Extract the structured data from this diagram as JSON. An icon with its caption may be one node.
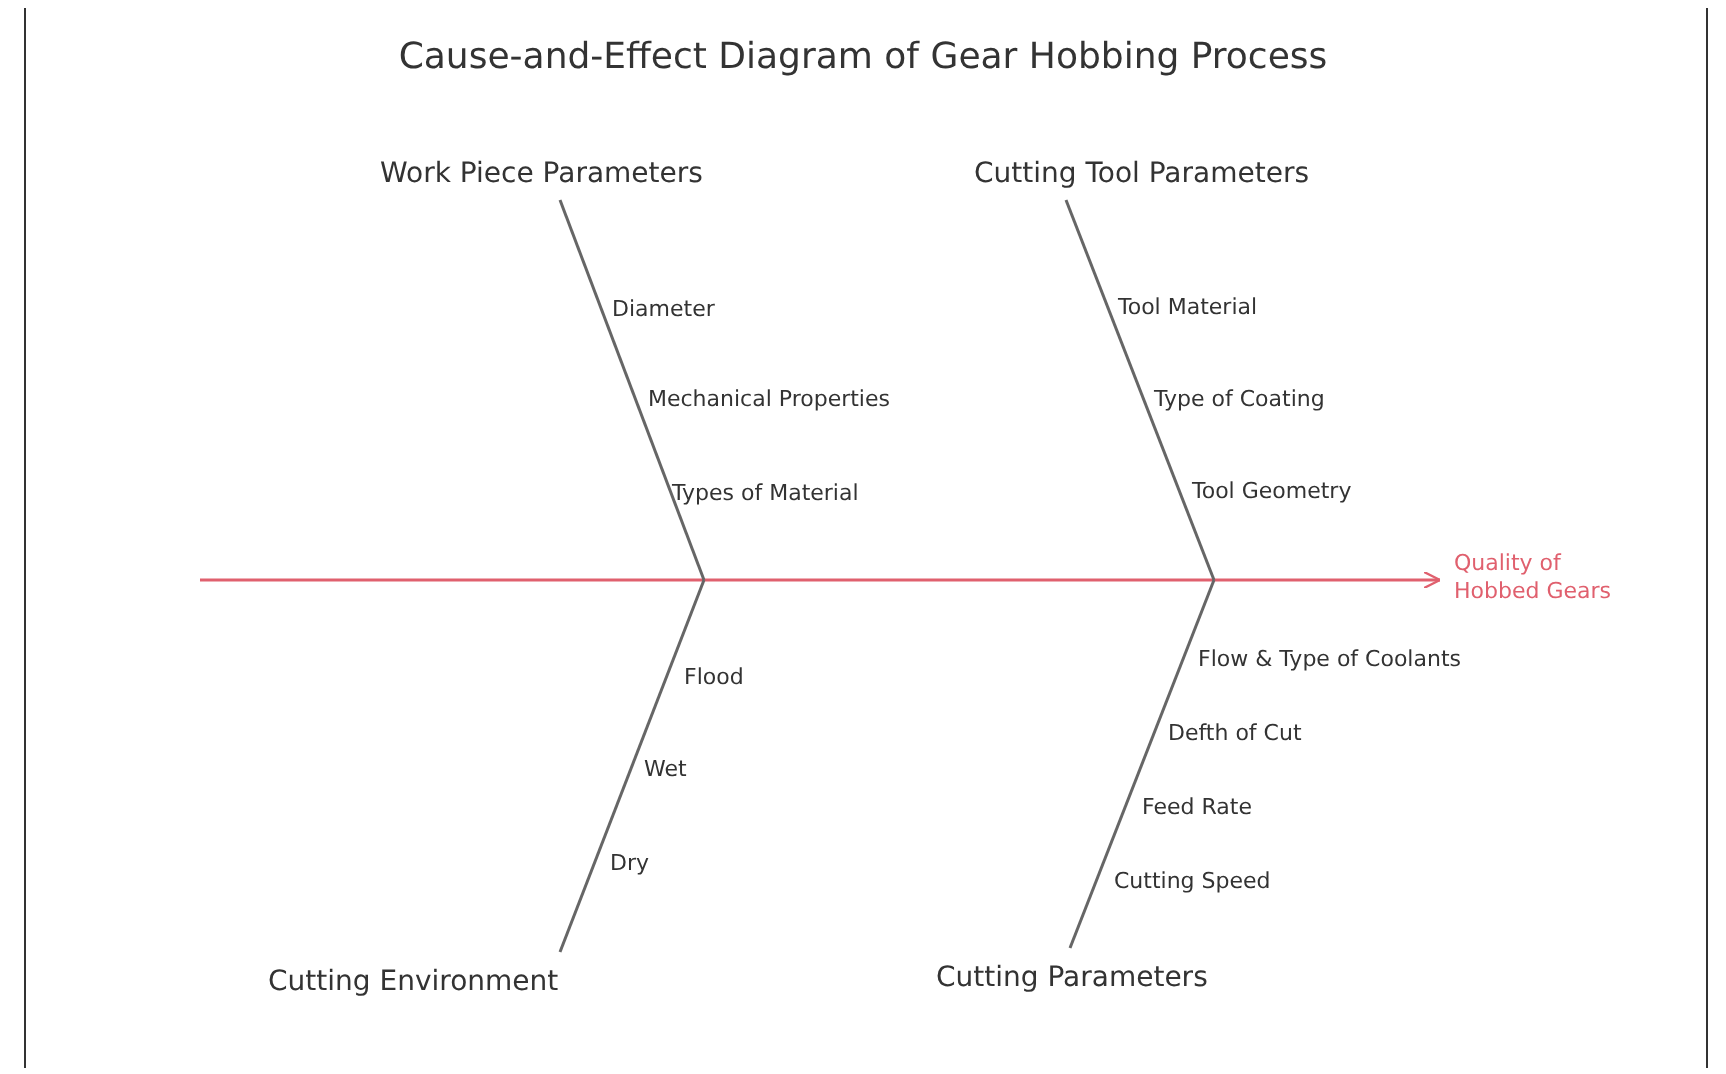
{
  "diagram": {
    "title": "Cause-and-Effect Diagram of Gear Hobbing Process",
    "nodes": [
      {
        "text": [
          "Work Piece Parameters"
        ]
      },
      {
        "text": [
          "Cutting Tool Parameters"
        ]
      },
      {
        "text": [
          "Cutting Environment"
        ]
      },
      {
        "text": [
          "Cutting Parameters"
        ]
      },
      {
        "text": [
          "Quality of Hobbed Gears"
        ]
      }
    ],
    "edges": [
      {
        "from": null,
        "to": 4,
        "arrow": "to",
        "color": "#e0606e"
      },
      {
        "from": 0,
        "to": null,
        "arrow": "none"
      },
      {
        "from": 1,
        "to": null,
        "arrow": "none"
      },
      {
        "from": 2,
        "to": null,
        "arrow": "none"
      },
      {
        "from": 3,
        "to": null,
        "arrow": "none"
      }
    ],
    "labels": [
      "Diameter",
      "Mechanical Properties",
      "Types of Material",
      "Tool Material",
      "Type of Coating",
      "Tool Geometry",
      "Flood",
      "Wet",
      "Dry",
      "Flow & Type of Coolants",
      "Defth of Cut",
      "Feed Rate",
      "Cutting Speed"
    ]
  }
}
